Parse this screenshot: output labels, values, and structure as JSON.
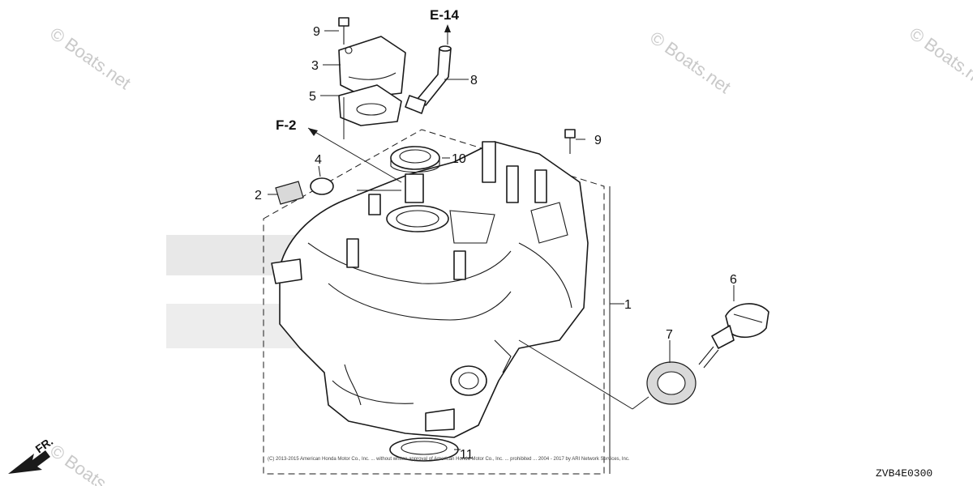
{
  "watermark": {
    "text": "© Boats.net",
    "color": "#c9c9c9"
  },
  "callouts": {
    "c1": "1",
    "c2": "2",
    "c3": "3",
    "c4": "4",
    "c5": "5",
    "c6": "6",
    "c7": "7",
    "c8": "8",
    "c9a": "9",
    "c9b": "9",
    "c10": "10",
    "c11": "11"
  },
  "references": {
    "e14": "E-14",
    "f2": "F-2",
    "fr": "FR."
  },
  "diagram_code": "ZVB4E0300",
  "copyright": "(C) 2013-2015 American Honda Motor Co., Inc. ... without written approval of American Honda Motor Co., Inc. ... prohibited ... 2004 - 2017 by ARI Network Services, Inc.",
  "icons": {
    "front_arrow": "front-direction-arrow-icon"
  }
}
